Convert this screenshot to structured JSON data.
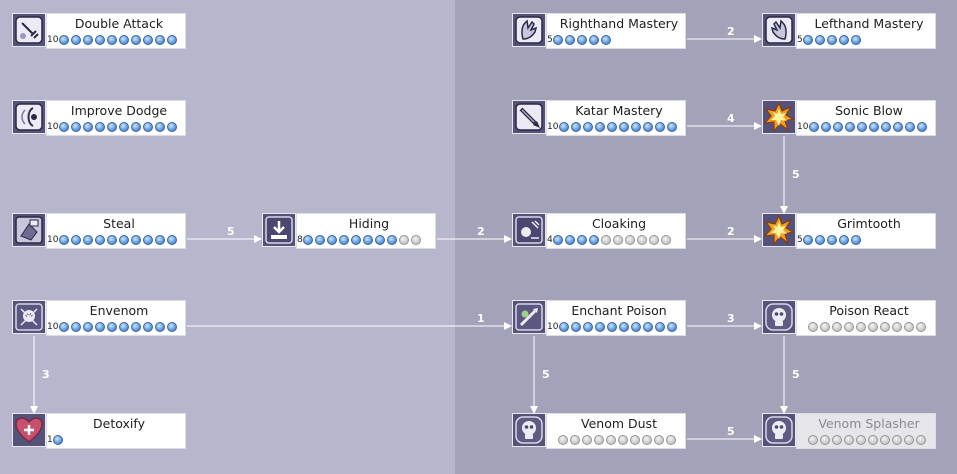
{
  "skills": [
    {
      "id": "double-attack",
      "name": "Double Attack",
      "level": 10,
      "max": 10,
      "icon": "dagger-hand-icon",
      "disabled": false
    },
    {
      "id": "improve-dodge",
      "name": "Improve Dodge",
      "level": 10,
      "max": 10,
      "icon": "dodge-icon",
      "disabled": false
    },
    {
      "id": "steal",
      "name": "Steal",
      "level": 10,
      "max": 10,
      "icon": "steal-icon",
      "disabled": false
    },
    {
      "id": "envenom",
      "name": "Envenom",
      "level": 10,
      "max": 10,
      "icon": "skull-blade-icon",
      "disabled": false
    },
    {
      "id": "detoxify",
      "name": "Detoxify",
      "level": 1,
      "max": 1,
      "icon": "heart-cross-icon",
      "disabled": false
    },
    {
      "id": "hiding",
      "name": "Hiding",
      "level": 8,
      "max": 10,
      "icon": "hiding-icon",
      "disabled": false
    },
    {
      "id": "righthand-mastery",
      "name": "Righthand Mastery",
      "level": 5,
      "max": 5,
      "icon": "right-hand-icon",
      "disabled": false
    },
    {
      "id": "katar-mastery",
      "name": "Katar Mastery",
      "level": 10,
      "max": 10,
      "icon": "katar-icon",
      "disabled": false
    },
    {
      "id": "cloaking",
      "name": "Cloaking",
      "level": 4,
      "max": 10,
      "icon": "cloak-icon",
      "disabled": false
    },
    {
      "id": "enchant-poison",
      "name": "Enchant Poison",
      "level": 10,
      "max": 10,
      "icon": "poison-blade-icon",
      "disabled": false
    },
    {
      "id": "venom-dust",
      "name": "Venom Dust",
      "level": null,
      "max": 10,
      "icon": "venom-skull-icon",
      "disabled": false
    },
    {
      "id": "lefthand-mastery",
      "name": "Lefthand Mastery",
      "level": 5,
      "max": 5,
      "icon": "left-hand-icon",
      "disabled": false
    },
    {
      "id": "sonic-blow",
      "name": "Sonic Blow",
      "level": 10,
      "max": 10,
      "icon": "burst-icon",
      "disabled": false
    },
    {
      "id": "grimtooth",
      "name": "Grimtooth",
      "level": 5,
      "max": 5,
      "icon": "burst-icon",
      "disabled": false
    },
    {
      "id": "poison-react",
      "name": "Poison React",
      "level": null,
      "max": 10,
      "icon": "venom-skull-icon",
      "disabled": false
    },
    {
      "id": "venom-splasher",
      "name": "Venom Splasher",
      "level": null,
      "max": 10,
      "icon": "venom-skull-icon",
      "disabled": true
    }
  ],
  "links": [
    {
      "from": "steal",
      "to": "hiding",
      "req": "5"
    },
    {
      "from": "hiding",
      "to": "cloaking",
      "req": "2"
    },
    {
      "from": "righthand-mastery",
      "to": "lefthand-mastery",
      "req": "2"
    },
    {
      "from": "katar-mastery",
      "to": "sonic-blow",
      "req": "4"
    },
    {
      "from": "sonic-blow",
      "to": "grimtooth",
      "req": "5"
    },
    {
      "from": "cloaking",
      "to": "grimtooth",
      "req": "2"
    },
    {
      "from": "envenom",
      "to": "enchant-poison",
      "req": "1"
    },
    {
      "from": "envenom",
      "to": "detoxify",
      "req": "3"
    },
    {
      "from": "enchant-poison",
      "to": "poison-react",
      "req": "3"
    },
    {
      "from": "enchant-poison",
      "to": "venom-dust",
      "req": "5"
    },
    {
      "from": "poison-react",
      "to": "venom-splasher",
      "req": "5"
    },
    {
      "from": "venom-dust",
      "to": "venom-splasher",
      "req": "5"
    }
  ]
}
